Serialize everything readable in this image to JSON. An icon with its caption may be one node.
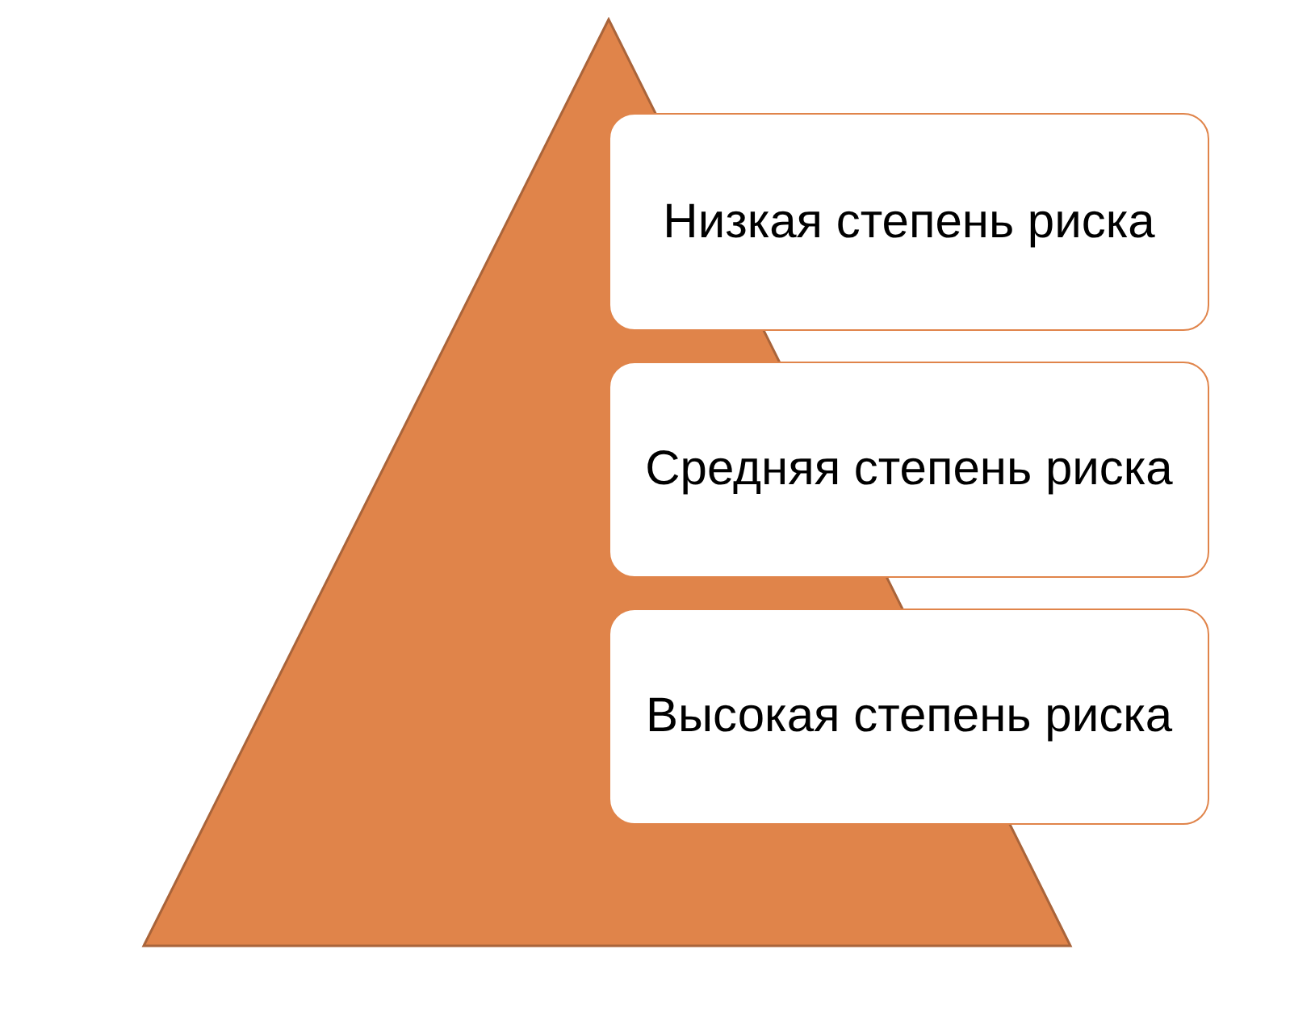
{
  "diagram": {
    "nodes": [
      {
        "text": [
          "Низкая степень риска"
        ]
      },
      {
        "text": [
          "Средняя степень риска"
        ]
      },
      {
        "text": [
          "Высокая степень риска"
        ]
      }
    ]
  }
}
